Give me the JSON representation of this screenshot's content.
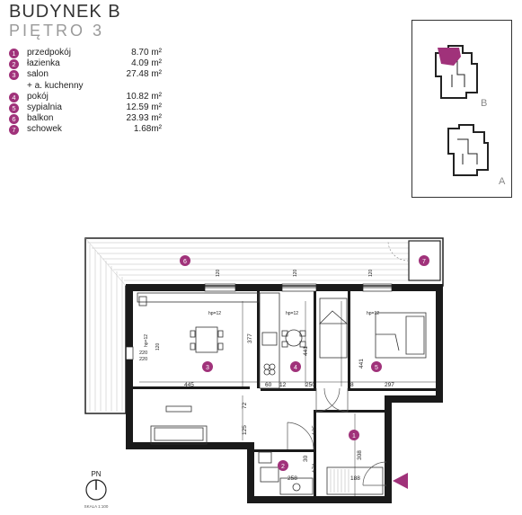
{
  "building": {
    "title": "BUDYNEK B",
    "floor": "PIĘTRO 3"
  },
  "rooms": [
    {
      "num": "1",
      "name": "przedpokój",
      "area": "8.70 m²"
    },
    {
      "num": "2",
      "name": "łazienka",
      "area": "4.09 m²"
    },
    {
      "num": "3",
      "name": "salon",
      "area": "27.48 m²"
    },
    {
      "num": "",
      "name": "+ a. kuchenny",
      "area": ""
    },
    {
      "num": "4",
      "name": "pokój",
      "area": "10.82 m²"
    },
    {
      "num": "5",
      "name": "sypialnia",
      "area": "12.59 m²"
    },
    {
      "num": "6",
      "name": "balkon",
      "area": "23.93 m²"
    },
    {
      "num": "7",
      "name": "schowek",
      "area": "1.68m²"
    }
  ],
  "keyplan": {
    "label_b": "B",
    "label_a": "A"
  },
  "plan": {
    "dims": {
      "d377": "377",
      "d441a": "441",
      "d441b": "441",
      "d445": "445",
      "d60": "60",
      "d12a": "12",
      "d250": "250",
      "d8": "8",
      "d297": "297",
      "d72": "72",
      "d125a": "125",
      "d125b": "125",
      "d308": "308",
      "d258": "258",
      "d171": "171",
      "d188": "188",
      "d30": "30",
      "d220a": "220",
      "d220b": "220",
      "d120a": "120",
      "d120b": "120",
      "d120c": "120",
      "d120d": "120"
    },
    "hp": {
      "h1": "hp=12",
      "h2": "hp=12",
      "h3": "hp=12",
      "h4": "hp=12"
    },
    "markers": {
      "m1": "1",
      "m2": "2",
      "m3": "3",
      "m4": "4",
      "m5": "5",
      "m6": "6",
      "m7": "7"
    }
  },
  "north": {
    "label": "PN",
    "scale": "SKALA 1:100"
  },
  "colors": {
    "accent": "#a0327a"
  }
}
